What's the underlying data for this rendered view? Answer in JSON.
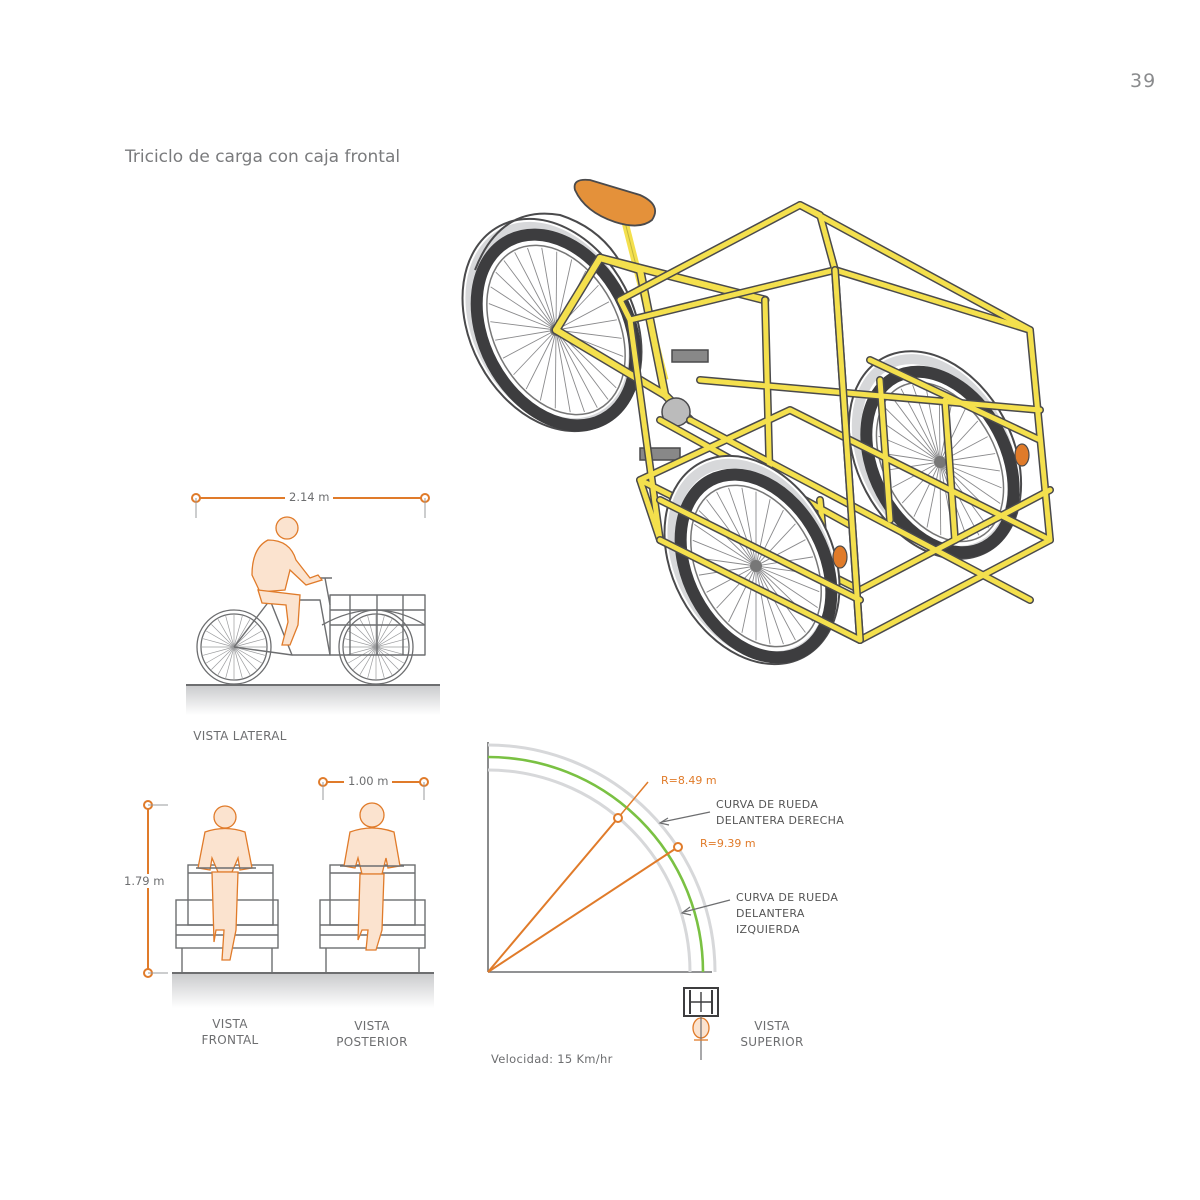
{
  "page": {
    "number": "39",
    "title": "Triciclo de carga con caja frontal"
  },
  "views": {
    "lateral": "VISTA LATERAL",
    "frontal": "VISTA\nFRONTAL",
    "posterior": "VISTA\nPOSTERIOR",
    "superior": "VISTA\nSUPERIOR"
  },
  "dimensions": {
    "length": "2.14 m",
    "width": "1.00 m",
    "height": "1.79 m"
  },
  "turning": {
    "radius_right": "R=8.49 m",
    "radius_left": "R=9.39 m",
    "curve_right": "CURVA DE RUEDA\nDELANTERA DERECHA",
    "curve_left": "CURVA DE RUEDA\nDELANTERA\nIZQUIERDA",
    "speed": "Velocidad: 15 Km/hr"
  },
  "colors": {
    "frame_yellow": "#f4e04d",
    "accent_orange": "#e07b2a",
    "seat_orange": "#e4913a",
    "curve_green": "#7ac143",
    "tire_dark": "#3d3d3f",
    "line_gray": "#9a9b9d"
  }
}
